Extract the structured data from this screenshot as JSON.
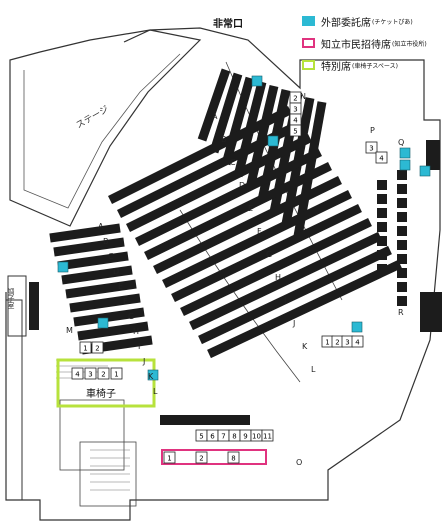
{
  "colors": {
    "outside_commission": "#2cb9d3",
    "city_hall": "#e0337f",
    "special": "#b7e23c",
    "seat": "#1c1c1c",
    "line": "#333333"
  },
  "exit_label": "非常口",
  "stage_label": "ステージ",
  "wheelchair_label": "車椅子",
  "side_space_label": "調子室",
  "legend": [
    {
      "label": "外部委託席",
      "note": "(チケットぴあ)",
      "color_key": "outside_commission",
      "style": "fill"
    },
    {
      "label": "知立市民招待席",
      "note": "(知立市役所)",
      "color_key": "city_hall",
      "style": "outline"
    },
    {
      "label": "特別席",
      "note": "(車椅子スペース)",
      "color_key": "special",
      "style": "outline"
    }
  ],
  "row_letters": {
    "center": [
      "A",
      "B",
      "C",
      "D",
      "E",
      "F",
      "G",
      "H",
      "I",
      "J",
      "K",
      "L"
    ],
    "left": [
      "A",
      "B",
      "C",
      "D",
      "E",
      "F",
      "G",
      "H",
      "I",
      "J",
      "K",
      "L"
    ],
    "right": [
      "M",
      "N",
      "O",
      "P",
      "Q",
      "R"
    ]
  },
  "box_seats": {
    "wheelchair_row": [
      "4",
      "3",
      "2",
      "1"
    ],
    "m_row": [
      "1",
      "2"
    ],
    "n_row": [
      "5",
      "6",
      "7",
      "8",
      "9",
      "10",
      "11"
    ],
    "o_row": [
      "1",
      "2",
      "8"
    ],
    "p_row": [
      "3",
      "4"
    ],
    "q_row": [
      "1",
      "2",
      "3",
      "4"
    ],
    "right_top": [
      "2",
      "3",
      "4",
      "5"
    ]
  }
}
